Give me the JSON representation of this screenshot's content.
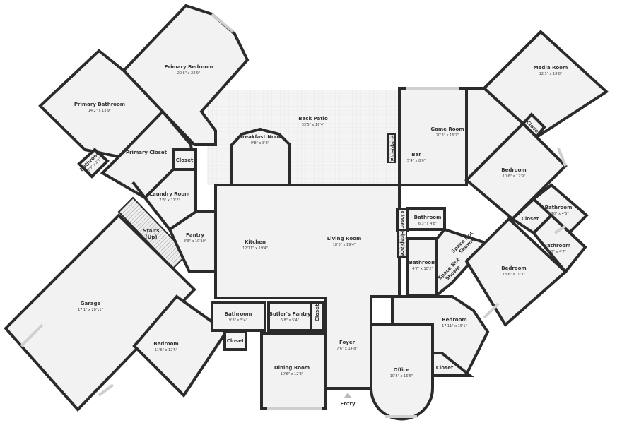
{
  "rooms": {
    "primary_bedroom": {
      "name": "Primary Bedroom",
      "dims": "20'6\" x 22'9\""
    },
    "primary_bathroom": {
      "name": "Primary Bathroom",
      "dims": "14'2\" x 13'9\""
    },
    "small_bathroom": {
      "name": "Bathroom",
      "dims": "5'6\" x 2'7\""
    },
    "primary_closet": {
      "name": "Primary Closet"
    },
    "closet_laundry": {
      "name": "Closet"
    },
    "back_patio": {
      "name": "Back Patio",
      "dims": "33'5\" x 16'4\""
    },
    "breakfast_nook": {
      "name": "Breakfast Nook",
      "dims": "9'8\" x 8'8\""
    },
    "fireplace_bar": {
      "name": "Fireplace"
    },
    "bar": {
      "name": "Bar",
      "dims": "5'4\" x 8'0\""
    },
    "game_room": {
      "name": "Game Room",
      "dims": "20'3\" x 16'2\""
    },
    "media_room": {
      "name": "Media Room",
      "dims": "12'5\" x 18'8\""
    },
    "closet_media": {
      "name": "Closet"
    },
    "bedroom_ne": {
      "name": "Bedroom",
      "dims": "10'6\" x 12'9\""
    },
    "laundry_room": {
      "name": "Laundry Room",
      "dims": "7'3\" x 11'2\""
    },
    "stairs": {
      "name": "Stairs",
      "sub": "(Up)"
    },
    "pantry": {
      "name": "Pantry",
      "dims": "8'3\" x 10'10\""
    },
    "kitchen": {
      "name": "Kitchen",
      "dims": "12'11\" x 19'4\""
    },
    "living_room": {
      "name": "Living Room",
      "dims": "18'0\" x 19'4\""
    },
    "closet_living": {
      "name": "Closet"
    },
    "bathroom_63": {
      "name": "Bathroom",
      "dims": "6'3\" x 4'8\""
    },
    "fireplace_living": {
      "name": "Fireplace"
    },
    "bathroom_47": {
      "name": "Bathroom",
      "dims": "4'7\" x 10'2\""
    },
    "space_not_shown_1": {
      "name": "Space Not",
      "sub": "Shown"
    },
    "space_not_shown_2": {
      "name": "Space Not",
      "sub": "Shown"
    },
    "bathroom_810": {
      "name": "Bathroom",
      "dims": "8'10\" x 4'5\""
    },
    "closet_east": {
      "name": "Closet"
    },
    "bathroom_92": {
      "name": "Bathroom",
      "dims": "9'2\" x 4'7\""
    },
    "bedroom_east": {
      "name": "Bedroom",
      "dims": "13'6\" x 10'7\""
    },
    "garage": {
      "name": "Garage",
      "dims": "17'1\" x 28'11\""
    },
    "bathroom_98": {
      "name": "Bathroom",
      "dims": "9'8\" x 5'4\""
    },
    "butlers_pantry": {
      "name": "Butler's Pantry",
      "dims": "6'8\" x 5'4\""
    },
    "closet_butler": {
      "name": "Closet"
    },
    "bedroom_se": {
      "name": "Bedroom",
      "dims": "17'11\" x 15'1\""
    },
    "bedroom_sw": {
      "name": "Bedroom",
      "dims": "11'6\" x 12'5\""
    },
    "closet_sw": {
      "name": "Closet"
    },
    "foyer": {
      "name": "Foyer",
      "dims": "7'6\" x 14'8\""
    },
    "dining_room": {
      "name": "Dining Room",
      "dims": "10'6\" x 12'3\""
    },
    "office": {
      "name": "Office",
      "dims": "10'5\" x 16'5\""
    },
    "closet_office": {
      "name": "Closet"
    },
    "entry": {
      "name": "Entry"
    }
  },
  "colors": {
    "wall": "#2b2b2b",
    "floor": "#f2f2f2",
    "window": "#cfcfcf"
  }
}
